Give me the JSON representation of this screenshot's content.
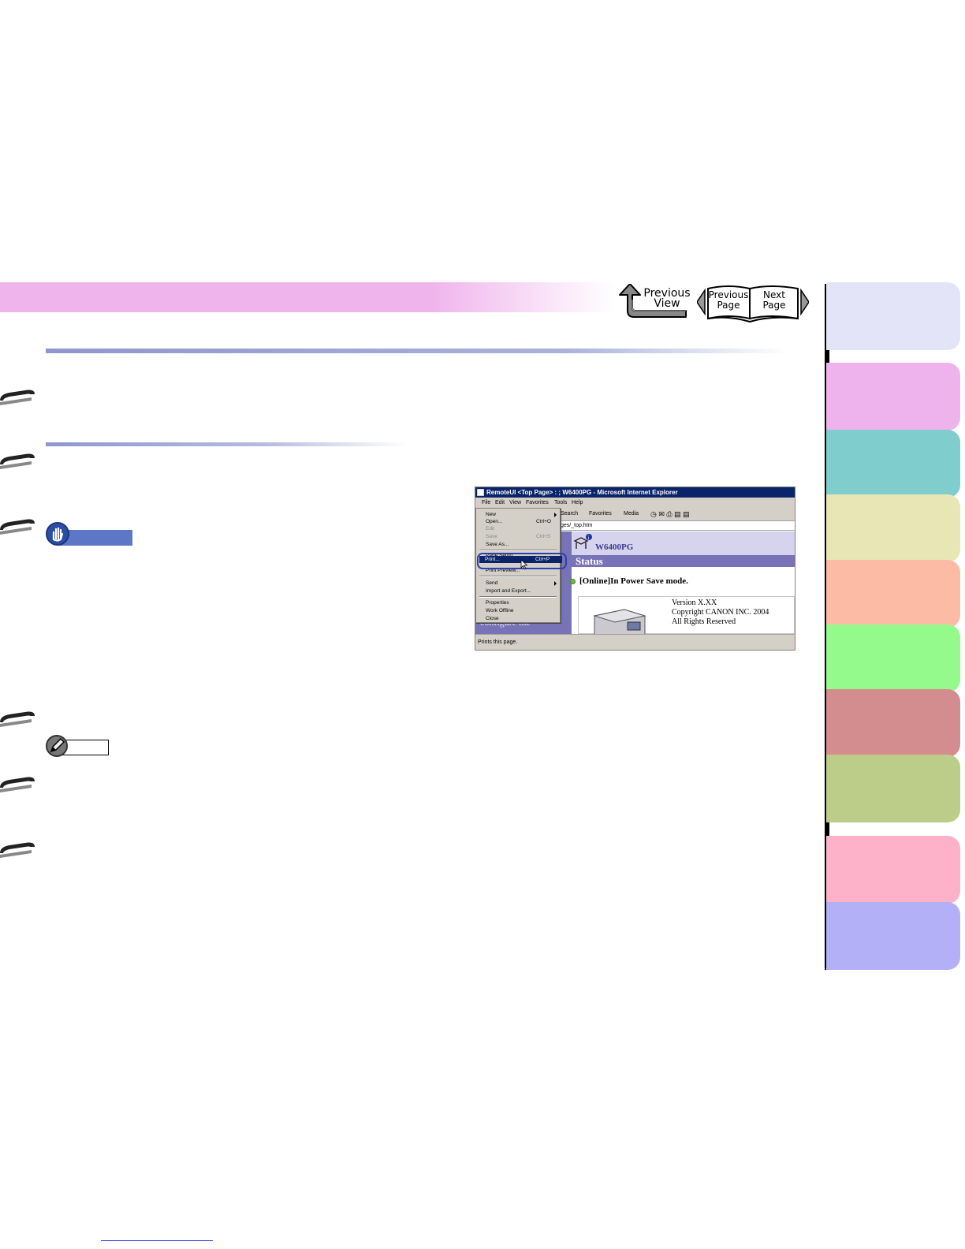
{
  "navigation": {
    "previous_view": "Previous View",
    "previous_page": "Previous Page",
    "next_page": "Next Page"
  },
  "screenshot": {
    "window_title": "RemoteUI <Top Page> : ; W6400PG - Microsoft Internet Explorer",
    "menu": [
      "File",
      "Edit",
      "View",
      "Favorites",
      "Tools",
      "Help"
    ],
    "toolbar": [
      "Search",
      "Favorites",
      "Media"
    ],
    "address": "ges/_top.htm",
    "file_menu": {
      "items": [
        {
          "label": "New",
          "shortcut": "",
          "submenu": true
        },
        {
          "label": "Open...",
          "shortcut": "Ctrl+O",
          "submenu": false
        },
        {
          "label": "Edit",
          "shortcut": "",
          "submenu": false
        },
        {
          "label": "Save",
          "shortcut": "Ctrl+S",
          "submenu": false
        },
        {
          "label": "Save As...",
          "shortcut": "",
          "submenu": false
        },
        {
          "label": "Page Setup...",
          "shortcut": "",
          "submenu": false
        },
        {
          "label": "Print...",
          "shortcut": "Ctrl+P",
          "submenu": false
        },
        {
          "label": "Print Preview...",
          "shortcut": "",
          "submenu": false
        },
        {
          "label": "Send",
          "shortcut": "",
          "submenu": true
        },
        {
          "label": "Import and Export...",
          "shortcut": "",
          "submenu": false
        },
        {
          "label": "Properties",
          "shortcut": "",
          "submenu": false
        },
        {
          "label": "Work Offline",
          "shortcut": "",
          "submenu": false
        },
        {
          "label": "Close",
          "shortcut": "",
          "submenu": false
        }
      ]
    },
    "model": "W6400PG",
    "status_heading": "Status",
    "status_text": "[Online]In Power Save mode.",
    "left_pane_text": "configure the",
    "version_lines": [
      "Version X.XX",
      "Copyright CANON INC. 2004",
      "All Rights Reserved"
    ],
    "statusbar": "Prints this page."
  },
  "colors": {
    "header_band": "#f0b4ec",
    "tabs": [
      "#e4e4f8",
      "#eeb3ec",
      "#7fcdcd",
      "#e8e6b4",
      "#fbbba5",
      "#95fa8c",
      "#d48d8f",
      "#bccd89",
      "#fdb2c9",
      "#b3b0f8"
    ]
  }
}
